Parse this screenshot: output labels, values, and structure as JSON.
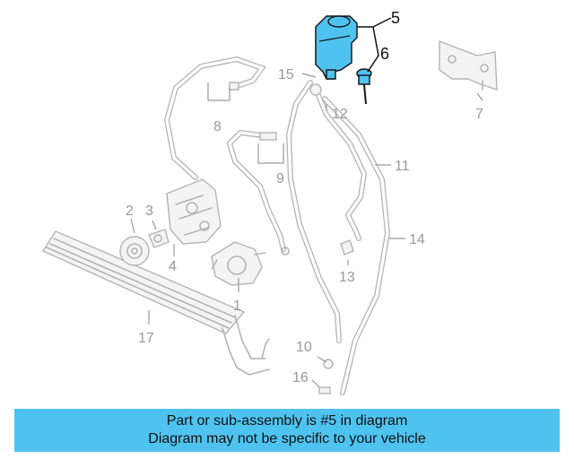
{
  "callouts": {
    "n1": "1",
    "n2": "2",
    "n3": "3",
    "n4": "4",
    "n5": "5",
    "n6": "6",
    "n7": "7",
    "n8": "8",
    "n9": "9",
    "n10": "10",
    "n11": "11",
    "n12": "12",
    "n13": "13",
    "n14": "14",
    "n15": "15",
    "n16": "16",
    "n17": "17"
  },
  "highlighted_part": "5",
  "colors": {
    "highlight": "#4fc3f0",
    "part_outline": "#b4b4b4",
    "label_gray": "#9a9a9a"
  },
  "banner": {
    "line1": "Part or sub-assembly is #5 in diagram",
    "line2": "Diagram may not be specific to your vehicle"
  }
}
